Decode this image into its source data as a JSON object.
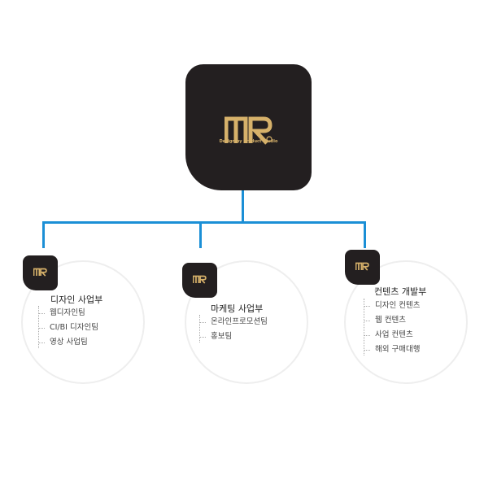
{
  "brand": {
    "logo_text": "MR",
    "tagline": "Design by Product Studio",
    "logo_color": "#d6b16a",
    "box_color": "#231f20"
  },
  "connector_color": "#1b8fd6",
  "departments": [
    {
      "title": "디자인 사업부",
      "teams": [
        "웹디자인팀",
        "CI/BI 디자인팀",
        "영상 사업팀"
      ]
    },
    {
      "title": "마케팅 사업부",
      "teams": [
        "온라인프로모션팀",
        "홍보팀"
      ]
    },
    {
      "title": "컨텐츠 개발부",
      "teams": [
        "디자인 컨텐츠",
        "웹 컨텐츠",
        "사업 컨텐츠",
        "해외 구매대행"
      ]
    }
  ]
}
